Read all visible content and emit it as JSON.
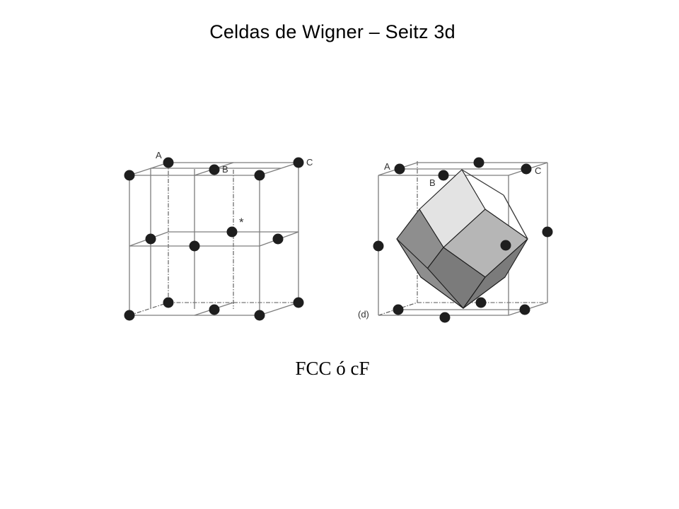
{
  "title": "Celdas de Wigner – Seitz 3d",
  "caption": "FCC ó cF",
  "left_cell": {
    "labels": {
      "a": "A",
      "b": "B",
      "c": "C",
      "star": "*"
    }
  },
  "right_cell": {
    "labels": {
      "a": "A",
      "b": "B",
      "c": "C",
      "d": "(d)"
    },
    "face_colors": {
      "top": "#e3e3e3",
      "right": "#b6b6b6",
      "left": "#8e8e8e",
      "bottom": "#7b7b7b"
    }
  },
  "colors": {
    "atom": "#1e1e1e",
    "edge": "#7d7d7d"
  }
}
